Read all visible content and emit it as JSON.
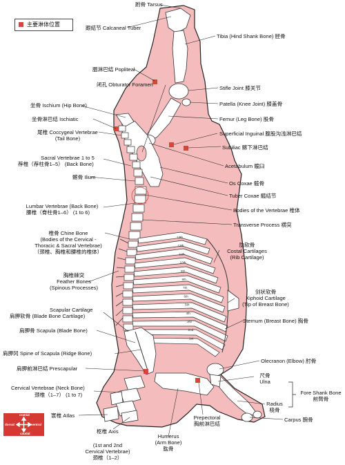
{
  "legend": {
    "text": "主要淋体位置"
  },
  "orientation": {
    "top": "cranial",
    "bottom": "caudal",
    "left": "dorsal",
    "right": "ventral"
  },
  "colors": {
    "meat": "#f4bcbc",
    "outline": "#222222",
    "node": "#d9453a",
    "bone": "#ffffff"
  },
  "labels": {
    "tarsus": "跗骨 Tarsus",
    "calcaneal": "跟結节 Calcaneal Tuber",
    "tibia": "Tibia (Hind Shank Bone) 胫骨",
    "popliteal": "腘淋巴结 Popliteal",
    "obturator": "闭孔 Obturator Foramen",
    "stifle": "Stifle Joint 膝关节",
    "ischium": "坐骨 Ischium (Hip Bone)",
    "patella": "Patella (Knee Joint) 膝盖骨",
    "ischiatic": "坐骨淋巴结 Ischiatic",
    "femur": "Femur (Leg Bone) 股骨",
    "coccygeal_1": "尾椎 Coccygeal Vertebrae",
    "coccygeal_2": "(Tail Bone)",
    "superficial_inguinal": "Superficial Inguinal 腹股沟浅淋巴结",
    "subiliac": "Subiliac 髂下淋巴结",
    "sacral_1": "Sacral Vertebrae 1 to 5",
    "sacral_2": "荐椎（荐柱骨1–5） (Back Bone)",
    "acetabulum": "Acetabulum 髋臼",
    "ilium": "髂骨 Ilium",
    "os_coxae": "Os Coxae 髋骨",
    "tuber_coxae": "Tuber Coxae 髋结节",
    "lumbar_1": "Lumbar Vertebrae (Back Bone)",
    "lumbar_2": "腰椎（脊柱骨1–6） (1 to 6)",
    "bodies_vertebrae": "Bodies of the Vertebrae 椎体",
    "transverse": "Transverse Process 横突",
    "chine_1": "椎骨 Chine Bone",
    "chine_2": "(Bodies of the Cervical -",
    "chine_3": "Thoracic & Sacral Vertebrae)",
    "chine_4": "（颈椎、胸椎和腰椎的椎体）",
    "costal_1": "肋软骨",
    "costal_2": "Costal Cartilages",
    "costal_3": "(Rib Cartilage)",
    "feather_1": "胸椎棘突",
    "feather_2": "Feather Bones",
    "feather_3": "(Spinous Processes)",
    "xiphoid_1": "剑状软骨",
    "xiphoid_2": "Xiphoid Cartilage",
    "xiphoid_3": "(Tip of Breast Bone)",
    "scap_cart_1": "Scapular Cartilage",
    "scap_cart_2": "肩胛软骨 (Blade Bone Cartilage)",
    "sternum": "Sternum (Breast Bone) 胸骨",
    "scapula": "肩胛骨 Scapula (Blade Bone)",
    "spine_scapula": "肩胛冈 Spine of Scapula (Ridge Bone)",
    "olecranon": "Olecranon (Elbow) 肘骨",
    "prescapular": "肩胛前淋巴结 Prescapular",
    "ulna_1": "尺骨",
    "ulna_2": "Ulna",
    "cervical_1": "Cervical Vertebrae (Neck Bone)",
    "cervical_2": "颈椎（1–7） (1 to 7)",
    "fore_shank_1": "Fore Shank Bone",
    "fore_shank_2": "前臂骨",
    "radius_1": "Radius",
    "radius_2": "桡骨",
    "atlas": "寰椎 Atlas",
    "axis": "枢椎 Axis",
    "carpus": "Carpus 腕骨",
    "c12_1": "(1st and 2nd",
    "c12_2": "Cervical Vertebrae)",
    "c12_3": "颈椎（1–2）",
    "humerus_1": "Humerus",
    "humerus_2": "(Arm Bone)",
    "humerus_3": "肱骨",
    "prepectoral_1": "Prepectoral",
    "prepectoral_2": "胸前淋巴结"
  },
  "rib_numbers": [
    "13th",
    "12th",
    "11th",
    "10th",
    "9th",
    "8th",
    "7th",
    "6th",
    "5th",
    "4th",
    "3rd",
    "2nd",
    "1st"
  ]
}
